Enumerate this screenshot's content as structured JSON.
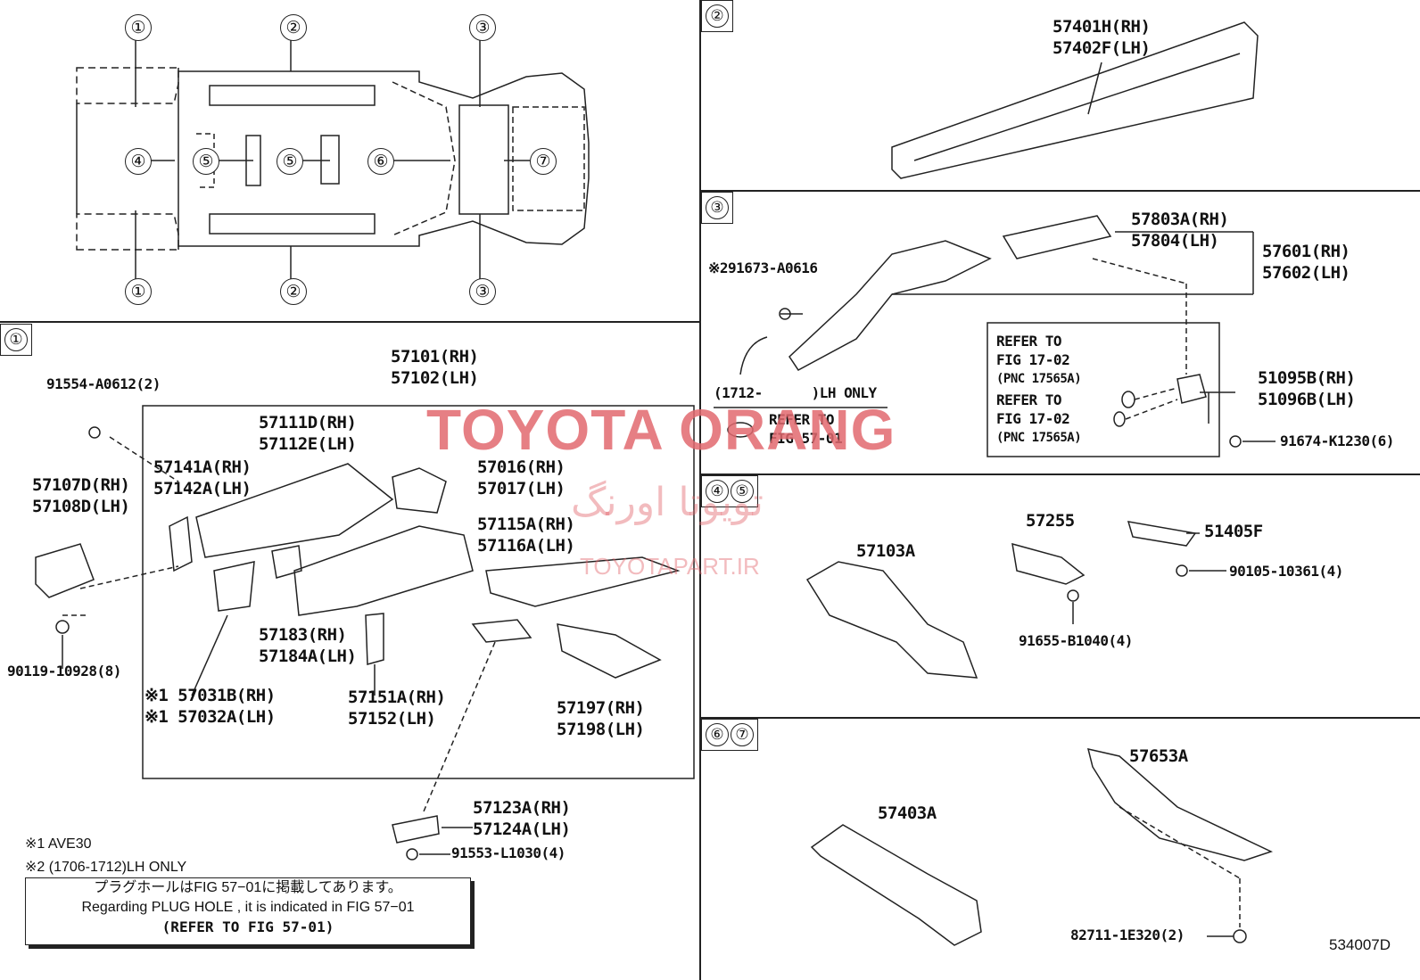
{
  "overview": {
    "callouts_top": [
      "①",
      "②",
      "③"
    ],
    "callouts_mid": [
      "④",
      "⑤",
      "⑤",
      "⑥",
      "⑦"
    ],
    "callouts_bottom": [
      "①",
      "②",
      "③"
    ]
  },
  "section1": {
    "tag": "①",
    "p91554": "91554-A0612(2)",
    "p57101": "57101(RH)\n57102(LH)",
    "p57107": "57107D(RH)\n57108D(LH)",
    "p57141": "57141A(RH)\n57142A(LH)",
    "p57111": "57111D(RH)\n57112E(LH)",
    "p57016": "57016(RH)\n57017(LH)",
    "p57115": "57115A(RH)\n57116A(LH)",
    "p57183": "57183(RH)\n57184A(LH)",
    "p57031": "※1 57031B(RH)\n※1 57032A(LH)",
    "p57151": "57151A(RH)\n57152(LH)",
    "p57197": "57197(RH)\n57198(LH)",
    "p90119": "90119-10928(8)",
    "p57123": "57123A(RH)\n57124A(LH)",
    "p91553": "91553-L1030(4)",
    "note1": "※1 AVE30",
    "note2": "※2 (1706-1712)LH ONLY",
    "plug_jp": "プラグホールはFIG 57−01に掲載してあります。",
    "plug_en": "Regarding PLUG HOLE , it is indicated in FIG 57−01",
    "plug_ref": "(REFER TO FIG 57-01)"
  },
  "section2": {
    "tag": "②",
    "p57401": "57401H(RH)\n57402F(LH)"
  },
  "section3": {
    "tag": "③",
    "p291673": "※291673-A0616",
    "p57803": "57803A(RH)\n57804(LH)",
    "p57601": "57601(RH)\n57602(LH)",
    "refer1": "REFER TO\nFIG 17-02",
    "pnc1": "(PNC 17565A)",
    "refer2": "REFER TO\nFIG 17-02",
    "pnc2": "(PNC 17565A)",
    "p51095": "51095B(RH)\n51096B(LH)",
    "p91674": "91674-K1230(6)",
    "lhonly": "(1712-      )LH ONLY",
    "refer3": "REFER TO\nFIG 57-01"
  },
  "section45": {
    "tag1": "④",
    "tag2": "⑤",
    "p57103": "57103A",
    "p57255": "57255",
    "p51405": "51405F",
    "p90105": "90105-10361(4)",
    "p91655": "91655-B1040(4)"
  },
  "section67": {
    "tag1": "⑥",
    "tag2": "⑦",
    "p57653": "57653A",
    "p57403": "57403A",
    "p82711": "82711-1E320(2)"
  },
  "watermark": {
    "title": "TOYOTA ORANG",
    "persian": "تویوتا اورنگ",
    "site": "TOYOTAPART.IR"
  },
  "figure_id": "534007D"
}
